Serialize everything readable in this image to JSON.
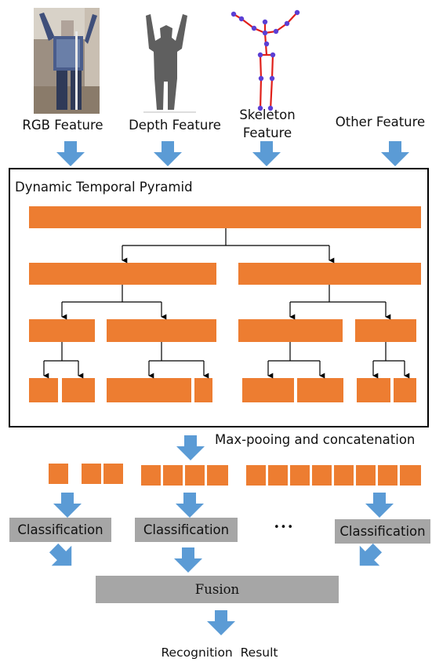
{
  "colors": {
    "segment": "#ed7d31",
    "arrow": "#5b9bd5",
    "box": "#a6a6a6",
    "line": "#000000"
  },
  "features": {
    "rgb": "RGB Feature",
    "depth": "Depth Feature",
    "skeleton_line1": "Skeleton",
    "skeleton_line2": "Feature",
    "other": "Other Feature"
  },
  "pyramid": {
    "title": "Dynamic Temporal Pyramid"
  },
  "pooling": {
    "label": "Max-pooing and concatenation"
  },
  "classification": {
    "label": "Classification",
    "ellipsis": "•••"
  },
  "fusion": {
    "label": "Fusion"
  },
  "result": {
    "label": "Recognition  Result"
  },
  "icons": [
    "rgb-person-photo",
    "depth-silhouette",
    "skeleton-figure"
  ]
}
